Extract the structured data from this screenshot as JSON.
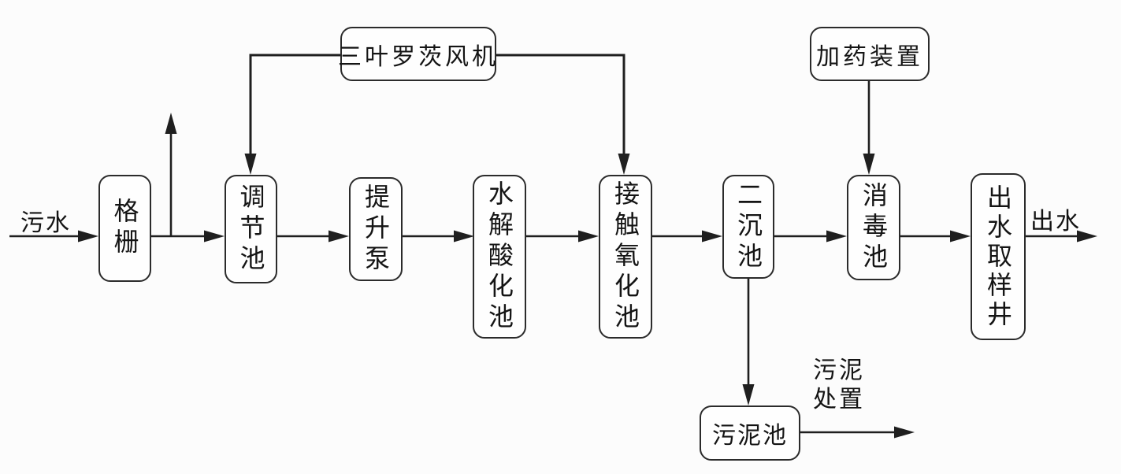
{
  "diagram": {
    "type": "process-flow",
    "language": "zh-CN",
    "nodes": {
      "grating": "格栅",
      "regulating_tank": "调节池",
      "lift_pump": "提升泵",
      "hydrolysis_acidification_tank": "水解酸化池",
      "contact_oxidation_tank": "接触氧化池",
      "secondary_sedimentation_tank": "二沉池",
      "disinfection_tank": "消毒池",
      "effluent_sampling_well": "出水取样井",
      "roots_blower": "三叶罗茨风机",
      "dosing_device": "加药装置",
      "sludge_tank": "污泥池"
    },
    "flow_labels": {
      "influent": "污水",
      "effluent": "出水",
      "sludge_disposal_line1": "污泥",
      "sludge_disposal_line2": "处置"
    },
    "flow_sequence": [
      "污水",
      "格栅",
      "调节池",
      "提升泵",
      "水解酸化池",
      "接触氧化池",
      "二沉池",
      "消毒池",
      "出水取样井",
      "出水"
    ],
    "aeration_branch": {
      "source": "三叶罗茨风机",
      "targets": [
        "调节池",
        "接触氧化池"
      ]
    },
    "dosing_branch": {
      "source": "加药装置",
      "target": "消毒池"
    },
    "sludge_branch": {
      "from": "二沉池",
      "to": "污泥池",
      "then": "污泥处置"
    },
    "colors": {
      "background": "#fcfcfc",
      "line": "#1f1f1f",
      "box_border": "#2b2b2b",
      "box_fill": "#fefefe",
      "text": "#141414"
    }
  }
}
